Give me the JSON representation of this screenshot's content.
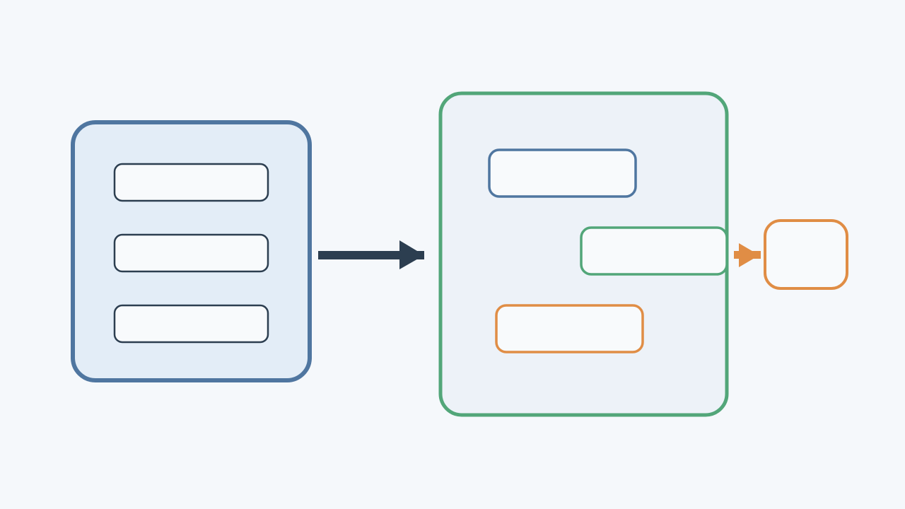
{
  "diagram": {
    "background": "#f5f8fb",
    "colors": {
      "blue": "#4f76a0",
      "blue_fill": "#e3edf7",
      "navy": "#2c3e50",
      "green": "#52a679",
      "green_fill": "#edf2f8",
      "orange": "#e08d45",
      "slot_fill": "#f8fafc"
    },
    "source_group": {
      "slots": 3
    },
    "connectors": [
      {
        "from": "source-group",
        "to": "target-group",
        "color": "navy"
      },
      {
        "from": "target-slot-green",
        "to": "output-node",
        "color": "orange"
      }
    ]
  }
}
